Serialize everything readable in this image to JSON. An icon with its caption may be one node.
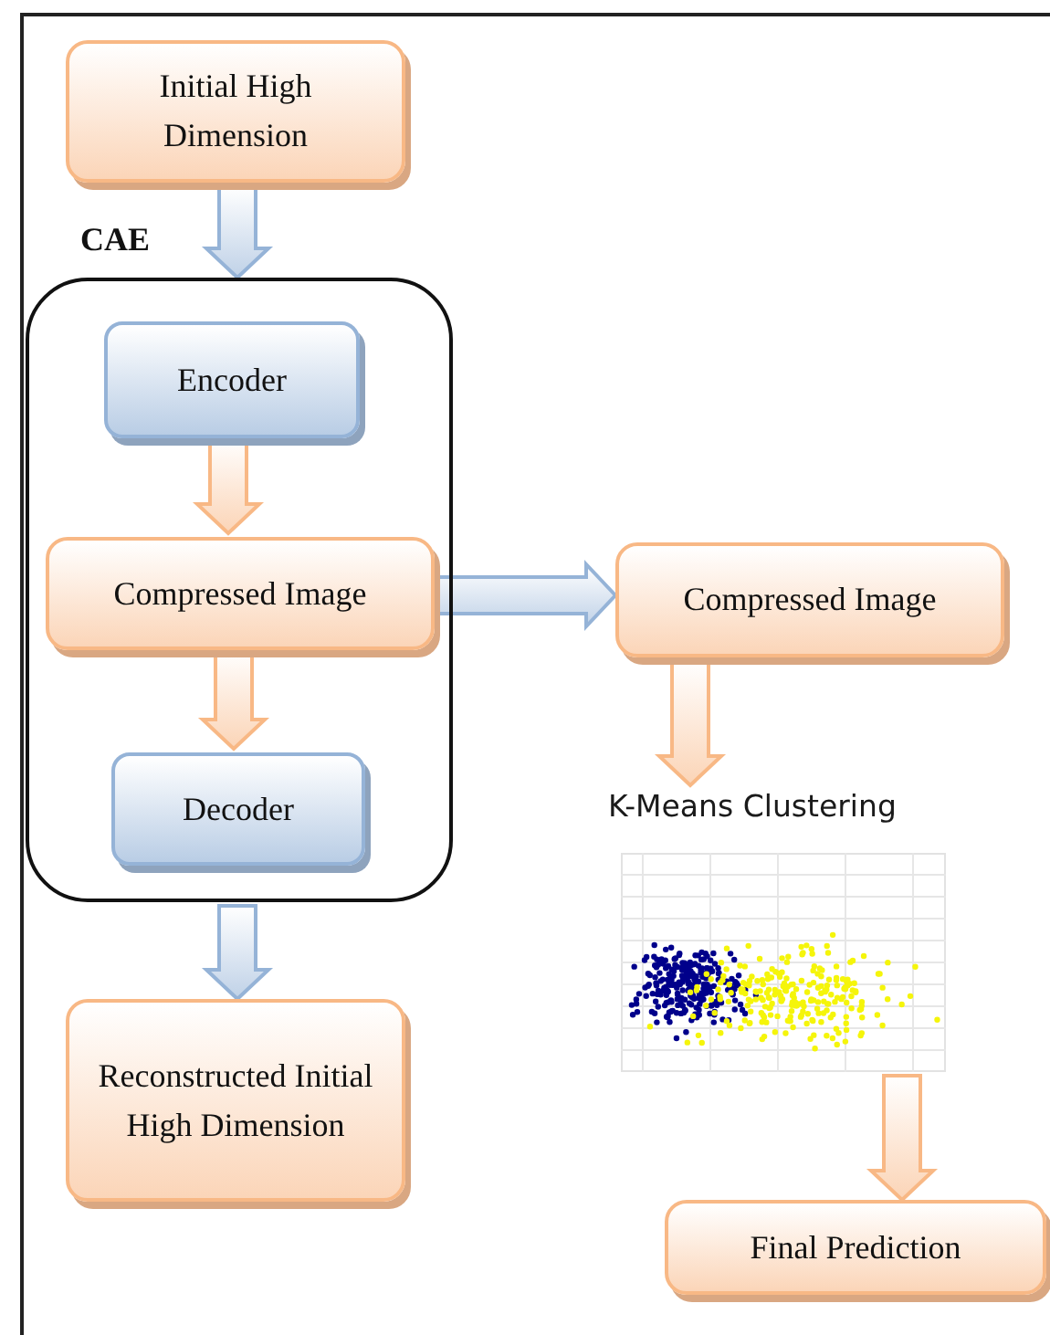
{
  "diagram": {
    "nodes": [
      {
        "text": [
          "Initial High Dimension"
        ]
      },
      {
        "text": [
          "CAE"
        ]
      },
      {
        "text": [
          "Encoder"
        ],
        "in": 1
      },
      {
        "text": [
          "Compressed Image"
        ],
        "in": 1
      },
      {
        "text": [
          "Decoder"
        ],
        "in": 1
      },
      {
        "text": [
          "Reconstructed Initial High Dimension"
        ]
      },
      {
        "text": [
          "Compressed Image"
        ]
      },
      {
        "text": [
          "K-Means Clustering"
        ]
      },
      {
        "text": [
          "Final Prediction"
        ]
      }
    ],
    "edges": [
      {
        "from": 0,
        "to": 1,
        "arrow": "to",
        "color": "#95b3d7"
      },
      {
        "from": 2,
        "to": 3,
        "arrow": "to"
      },
      {
        "from": 3,
        "to": 4,
        "arrow": "to"
      },
      {
        "from": 1,
        "to": 5,
        "arrow": "to",
        "color": "#95b3d7"
      },
      {
        "from": 3,
        "to": 6,
        "arrow": "to",
        "color": "#95b3d7"
      },
      {
        "from": 6,
        "to": 7,
        "arrow": "to"
      },
      {
        "from": 7,
        "to": 8,
        "arrow": "to"
      }
    ]
  }
}
